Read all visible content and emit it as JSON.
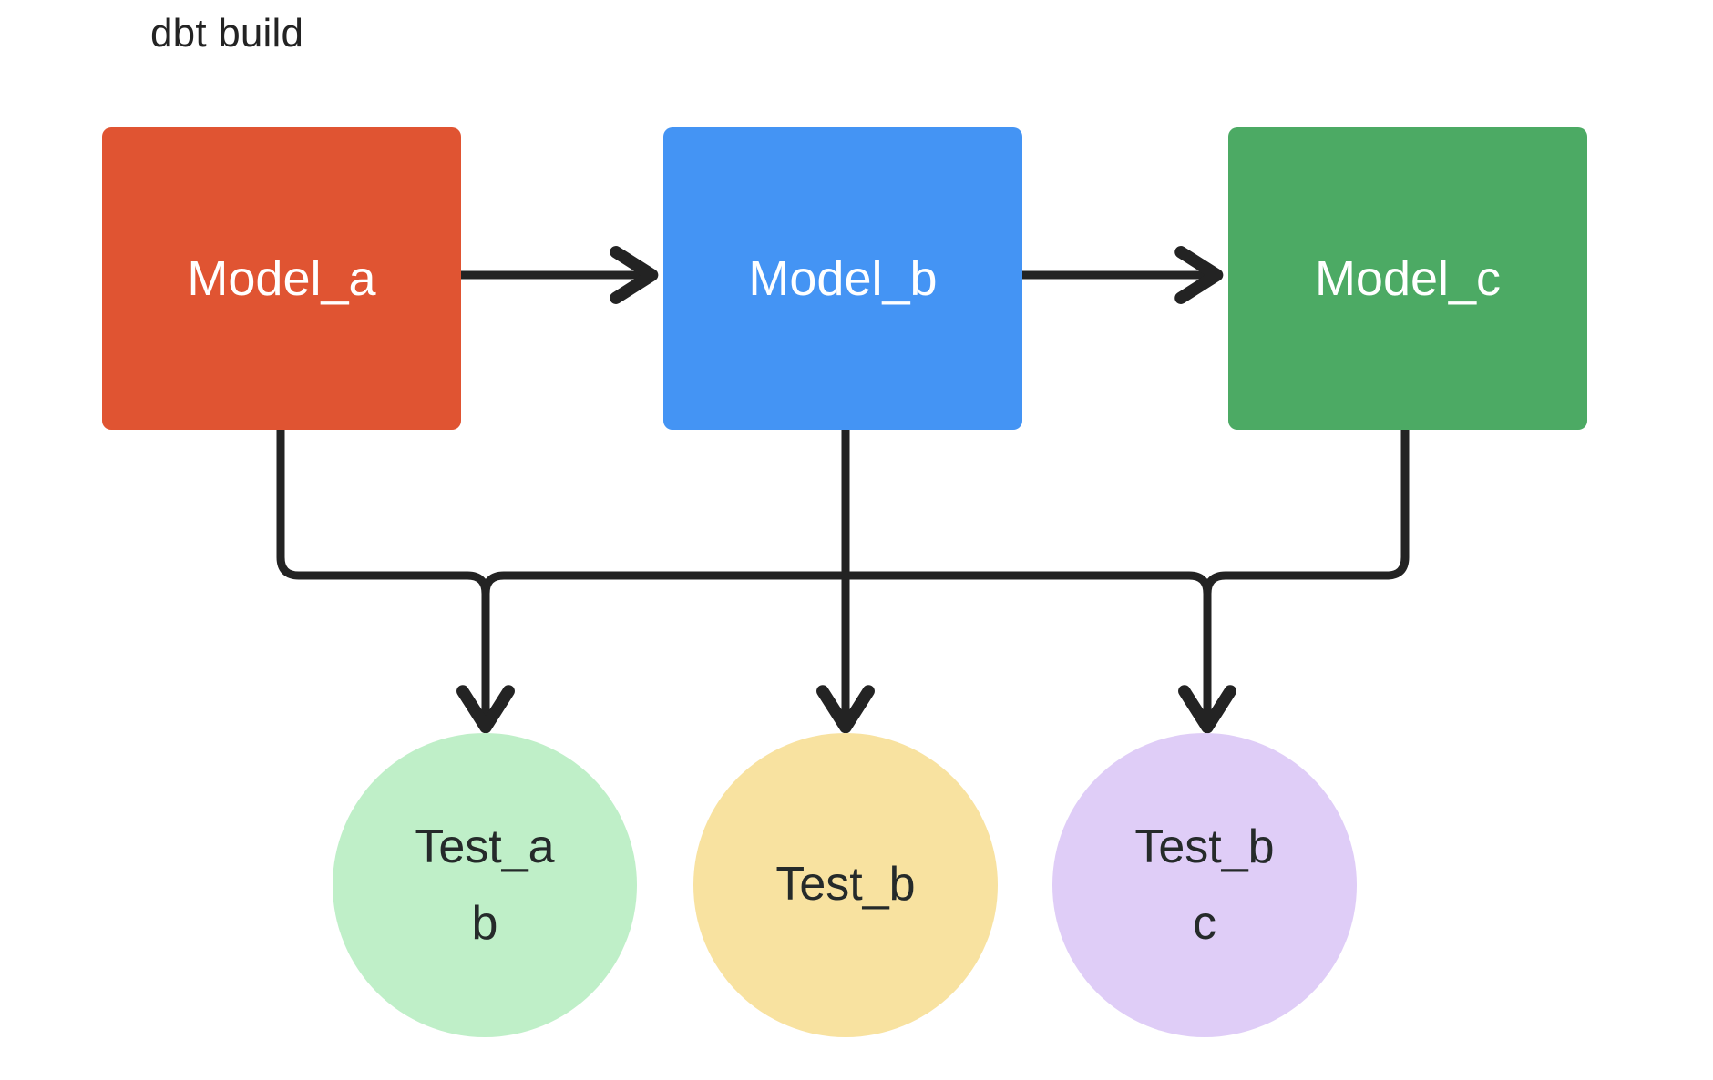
{
  "diagram": {
    "title": "dbt build",
    "type": "flowchart",
    "background_color": "#ffffff",
    "edge_color": "#232323"
  },
  "models": [
    {
      "id": "model_a",
      "label": "Model_a",
      "color": "#E05432",
      "text_color": "#ffffff",
      "shape": "rounded-rectangle"
    },
    {
      "id": "model_b",
      "label": "Model_b",
      "color": "#4494F4",
      "text_color": "#ffffff",
      "shape": "rounded-rectangle"
    },
    {
      "id": "model_c",
      "label": "Model_c",
      "color": "#4CAA64",
      "text_color": "#ffffff",
      "shape": "rounded-rectangle"
    }
  ],
  "tests": [
    {
      "id": "test_ab",
      "label": "Test_ab",
      "line1": "Test",
      "line2": "_ab",
      "color": "#BFEFC8",
      "text_color": "#252a2a",
      "shape": "circle"
    },
    {
      "id": "test_b",
      "label": "Test_b",
      "line1": "Test_b",
      "line2": "",
      "color": "#F8E2A0",
      "text_color": "#252a2a",
      "shape": "circle"
    },
    {
      "id": "test_bc",
      "label": "Test_bc",
      "line1": "Test",
      "line2": "_bc",
      "color": "#DFCDF7",
      "text_color": "#252a2a",
      "shape": "circle"
    }
  ],
  "edges": [
    {
      "from": "model_a",
      "to": "model_b",
      "style": "arrow"
    },
    {
      "from": "model_b",
      "to": "model_c",
      "style": "arrow"
    },
    {
      "from": "model_a",
      "to": "test_ab",
      "style": "arrow"
    },
    {
      "from": "model_b",
      "to": "test_ab",
      "style": "arrow"
    },
    {
      "from": "model_b",
      "to": "test_b",
      "style": "arrow"
    },
    {
      "from": "model_b",
      "to": "test_bc",
      "style": "arrow"
    },
    {
      "from": "model_c",
      "to": "test_bc",
      "style": "arrow"
    }
  ]
}
